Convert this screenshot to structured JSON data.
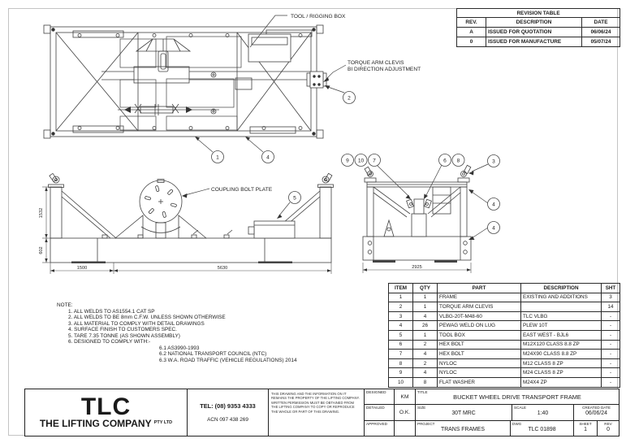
{
  "colors": {
    "ink": "#1f1f1f",
    "line": "#404040",
    "border": "#c4c4c4"
  },
  "revision_table": {
    "title": "REVISION TABLE",
    "columns": [
      "REV.",
      "DESCRIPTION",
      "DATE"
    ],
    "rows": [
      {
        "rev": "A",
        "desc": "ISSUED FOR QUOTATION",
        "date": "06/06/24"
      },
      {
        "rev": "0",
        "desc": "ISSUED FOR MANUFACTURE",
        "date": "05/07/24"
      }
    ]
  },
  "parts_table": {
    "columns": [
      "ITEM",
      "QTY",
      "PART",
      "DESCRIPTION",
      "SHT"
    ],
    "rows": [
      {
        "item": "1",
        "qty": "1",
        "part": "FRAME",
        "desc": "EXISTING AND ADDITIONS",
        "sht": "3"
      },
      {
        "item": "2",
        "qty": "1",
        "part": "TORQUE ARM CLEVIS",
        "desc": "",
        "sht": "14"
      },
      {
        "item": "3",
        "qty": "4",
        "part": "VLBG-20T-M48-60",
        "desc": "TLC VLBG",
        "sht": "-"
      },
      {
        "item": "4",
        "qty": "26",
        "part": "PEWAG WELD ON LUG",
        "desc": "PLEW 10T",
        "sht": "-"
      },
      {
        "item": "5",
        "qty": "1",
        "part": "TOOL BOX",
        "desc": "EAST WEST - BJL6",
        "sht": "-"
      },
      {
        "item": "6",
        "qty": "2",
        "part": "HEX BOLT",
        "desc": "M12X120 CLASS 8.8 ZP",
        "sht": "-"
      },
      {
        "item": "7",
        "qty": "4",
        "part": "HEX BOLT",
        "desc": "M24X90 CLASS 8.8 ZP",
        "sht": "-"
      },
      {
        "item": "8",
        "qty": "2",
        "part": "NYLOC",
        "desc": "M12 CLASS 8 ZP",
        "sht": "-"
      },
      {
        "item": "9",
        "qty": "4",
        "part": "NYLOC",
        "desc": "M24 CLASS 8 ZP",
        "sht": "-"
      },
      {
        "item": "10",
        "qty": "8",
        "part": "FLAT WASHER",
        "desc": "M24X4 ZP",
        "sht": "-"
      }
    ]
  },
  "notes": {
    "heading": "NOTE:",
    "items": [
      "1. ALL WELDS TO AS1554.1 CAT SP",
      "2. ALL WELDS TO BE 8mm C.F.W. UNLESS SHOWN OTHERWISE",
      "3. ALL MATERIAL TO COMPLY WITH DETAIL DRAWINGS",
      "4. SURFACE FINISH TO CUSTOMERS SPEC.",
      "5. TARE 7.35 TONNE (AS SHOWN ASSEMBLY)",
      "6. DESIGNED TO COMPLY WITH:-"
    ],
    "sub_items": [
      "6.1 AS3990-1993",
      "6.2 NATIONAL TRANSPORT COUNCIL (NTC)",
      "6.3 W.A. ROAD TRAFFIC (VEHICLE REGULATIONS) 2014"
    ]
  },
  "annotations": {
    "tool_box": "TOOL / RIGGING BOX",
    "clevis_line1": "TORQUE ARM CLEVIS",
    "clevis_line2": "BI DIRECTION ADJUSTMENT",
    "coupling": "COUPLING BOLT PLATE"
  },
  "dimensions": {
    "upper_height": "1532",
    "lower_height": "602",
    "left_span": "1500",
    "right_span": "5630",
    "end_width": "2925"
  },
  "balloons": {
    "plan": [
      "1",
      "4",
      "2"
    ],
    "elevation": [
      "5"
    ],
    "end_view": [
      "9",
      "10",
      "7",
      "6",
      "8",
      "3",
      "4",
      "4"
    ]
  },
  "title_block": {
    "logo": "TLC",
    "company_name": "THE LIFTING COMPANY",
    "company_suffix": "PTY LTD",
    "tel": "TEL: (08) 9353 4333",
    "acn": "ACN 097 438 269",
    "disclaimer": "THIS DRAWING AND THE INFORMATION ON IT REMAINS THE PROPERTY OF THE LIFTING COMPANY. WRITTEN PERMISSION MUST BE OBTAINED FROM THE LIFTING COMPANY TO COPY OR REPRODUCE THE WHOLE OR PART OF THIS DRAWING.",
    "designed_label": "DESIGNED",
    "designed": "KM",
    "detailed_label": "DETAILED",
    "detailed": "O.K.",
    "approved_label": "APPROVED",
    "approved": "",
    "title_label": "TITLE",
    "title": "BUCKET WHEEL DRIVE TRANSPORT FRAME",
    "size_label": "SIZE",
    "size": "30T MRC",
    "scale_label": "SCALE",
    "scale": "1:40",
    "created_label": "CREATED DATE",
    "created": "06/06/24",
    "project_label": "PROJECT",
    "project": "TRANS FRAMES",
    "dwg_label": "DWG",
    "dwg": "TLC 01898",
    "sheet_label": "SHEET",
    "sheet": "1",
    "rev_label": "REV",
    "rev": "0"
  }
}
